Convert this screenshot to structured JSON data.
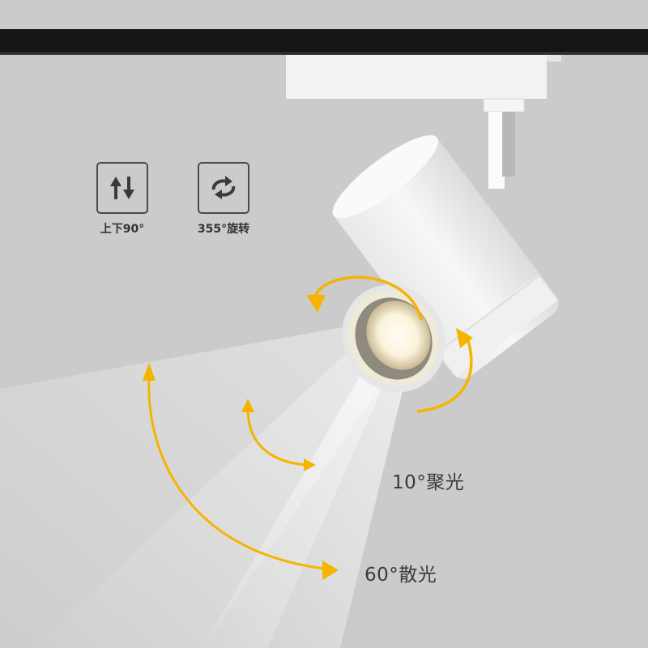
{
  "product": {
    "type": "track-spotlight",
    "colors": {
      "background": "#cbcbcb",
      "track": "#151515",
      "fixture_body": "#f3f3f3",
      "arrow_accent": "#f5b400",
      "text_dark": "#333333"
    }
  },
  "features": [
    {
      "id": "tilt",
      "icon": "up-down-arrows-icon",
      "label": "上下90°"
    },
    {
      "id": "rotate",
      "icon": "rotate-arrows-icon",
      "label": "355°旋转"
    }
  ],
  "beam_angles": [
    {
      "id": "spot",
      "label": "10°聚光"
    },
    {
      "id": "flood",
      "label": "60°散光"
    }
  ]
}
